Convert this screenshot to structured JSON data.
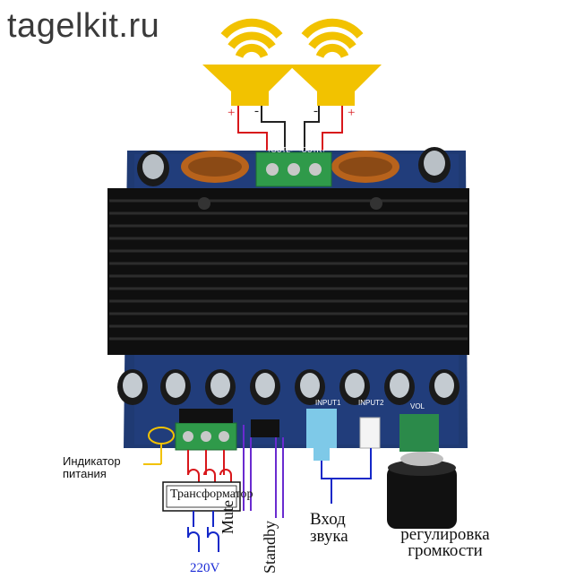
{
  "site": "tagelkit.ru",
  "board": {
    "out_left_label": "+OUTL-",
    "out_right_label": "-OUTR+",
    "input1_label": "INPUT1",
    "input2_label": "INPUT2",
    "vol_label": "VOL"
  },
  "polarity": {
    "left_plus": "+",
    "left_minus": "-",
    "right_minus": "-",
    "right_plus": "+"
  },
  "labels": {
    "power_indicator": "Индикатор\nпитания",
    "transformer": "Трансформатор",
    "voltage": "220V",
    "mute": "Mute",
    "standby": "Standby",
    "audio_input": "Вход\nзвука",
    "volume": "регулировка\nгромкости"
  },
  "colors": {
    "speaker_yellow": "#f2c200",
    "heatsink": "#111111",
    "pcb": "#1f3a73",
    "wire_red": "#d8171b",
    "wire_blue": "#1428c8",
    "wire_purple": "#6a2bd0",
    "voltage_text": "#1a2ad6"
  }
}
